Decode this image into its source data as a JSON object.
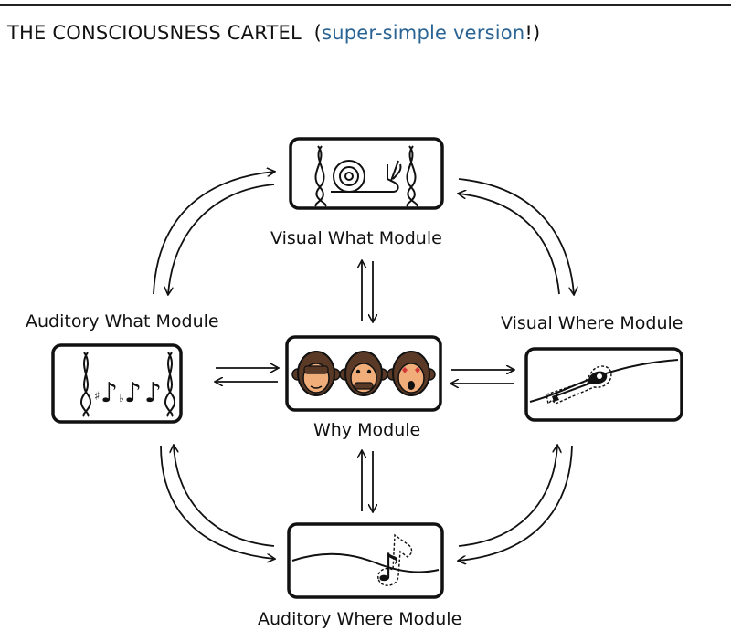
{
  "header": {
    "title": "THE CONSCIOUSNESS CARTEL",
    "open_paren": "(",
    "subtitle": "super-simple version",
    "close_paren": "!)"
  },
  "modules": {
    "visual_what": {
      "label": "Visual What Module",
      "icon": "snail-icon"
    },
    "auditory_what": {
      "label": "Auditory What Module",
      "icon": "music-notes-icon"
    },
    "why": {
      "label": "Why Module",
      "icon": "three-monkeys-icon"
    },
    "visual_where": {
      "label": "Visual Where Module",
      "icon": "key-icon"
    },
    "auditory_where": {
      "label": "Auditory Where Module",
      "icon": "music-note-icon"
    }
  },
  "colors": {
    "ink": "#111111",
    "accent": "#2a6494",
    "monkey_face": "#f0ad7a",
    "monkey_fur": "#5a3a26"
  }
}
